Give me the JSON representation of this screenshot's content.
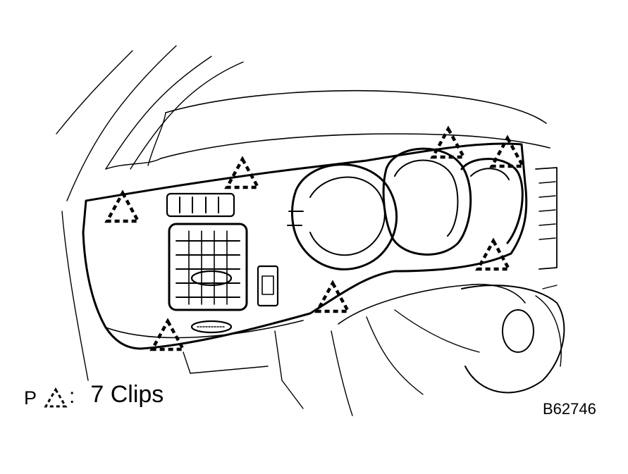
{
  "legend": {
    "prefix": "P",
    "colon": ":",
    "label": "7 Clips",
    "symbol_icon": "dashed-triangle-icon"
  },
  "figure_code": "B62746",
  "clip_icon": "dashed-triangle-icon",
  "colors": {
    "line": "#000000",
    "background": "#ffffff"
  }
}
